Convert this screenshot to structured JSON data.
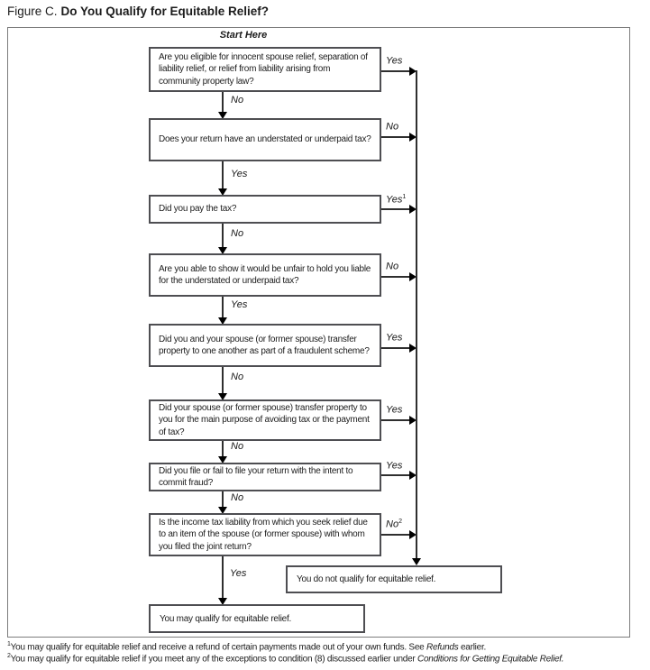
{
  "title": {
    "prefix": "Figure C.",
    "main": "Do You Qualify for Equitable Relief?"
  },
  "start_label": "Start Here",
  "nodes": [
    {
      "text": "Are you eligible for innocent spouse relief, separation of liability relief, or relief from liability arising from community property law?",
      "side_label": "Yes",
      "side_sup": "",
      "down_label": "No"
    },
    {
      "text": "Does your return have an understated or underpaid tax?",
      "side_label": "No",
      "side_sup": "",
      "down_label": "Yes"
    },
    {
      "text": "Did you pay the tax?",
      "side_label": "Yes",
      "side_sup": "1",
      "down_label": "No"
    },
    {
      "text": "Are you able to show it would be unfair to hold you liable for the understated or underpaid tax?",
      "side_label": "No",
      "side_sup": "",
      "down_label": "Yes"
    },
    {
      "text": "Did you and your spouse (or former spouse) transfer property to one another as part of a fraudulent scheme?",
      "side_label": "Yes",
      "side_sup": "",
      "down_label": "No"
    },
    {
      "text": "Did your spouse (or former spouse) transfer property to you for the main purpose of avoiding tax or the payment of tax?",
      "side_label": "Yes",
      "side_sup": "",
      "down_label": "No"
    },
    {
      "text": "Did you file or fail to file your return with the intent to commit fraud?",
      "side_label": "Yes",
      "side_sup": "",
      "down_label": "No"
    },
    {
      "text": "Is the income tax liability from which you seek relief due to an item of the spouse (or former spouse) with whom you filed the joint return?",
      "side_label": "No",
      "side_sup": "2",
      "down_label": "Yes"
    }
  ],
  "outcomes": {
    "negative": "You do not qualify for equitable relief.",
    "positive": "You may qualify for equitable relief."
  },
  "footnotes": [
    {
      "sup": "1",
      "text_before": "You may qualify for equitable relief and receive a refund of certain payments made out of your own funds. See ",
      "italic": "Refunds",
      "text_after": " earlier."
    },
    {
      "sup": "2",
      "text_before": "You may qualify for equitable relief if you meet any of the exceptions to condition (8) discussed earlier under ",
      "italic": "Conditions for Getting Equitable Relief.",
      "text_after": ""
    }
  ],
  "colors": {
    "box_border": "#4e4e52",
    "frame_border": "#7d7d7d",
    "line": "#2f2f2f",
    "arrow": "#000000"
  }
}
